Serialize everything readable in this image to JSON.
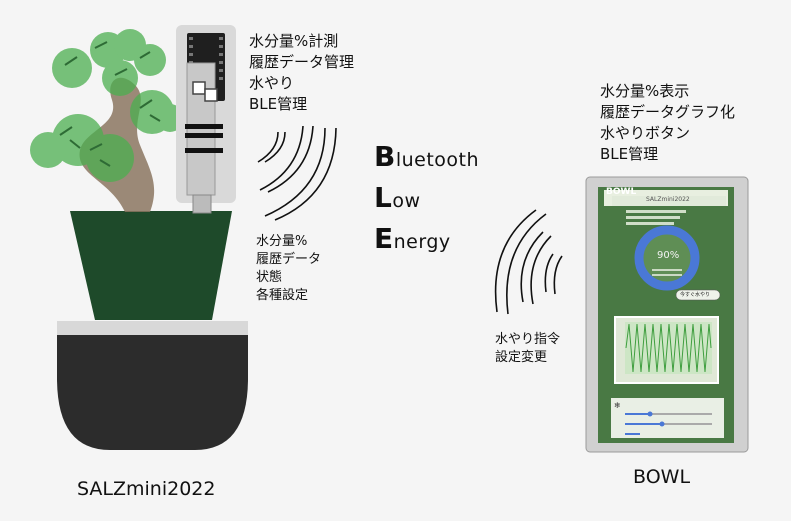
{
  "device": {
    "name": "SALZmini2022",
    "features": [
      "水分量%計測",
      "履歴データ管理",
      "水やり",
      "BLE管理"
    ],
    "sends": [
      "水分量%",
      "履歴データ",
      "状態",
      "各種設定"
    ]
  },
  "app": {
    "name": "BOWL",
    "features": [
      "水分量%表示",
      "履歴データグラフ化",
      "水やりボタン",
      "BLE管理"
    ],
    "sends": [
      "水やり指令",
      "設定変更"
    ],
    "screen": {
      "title": "BOWL",
      "device_label": "SALZmini2022",
      "percent": "90%",
      "water_button": "今すぐ水やり"
    }
  },
  "protocol": {
    "words": [
      {
        "initial": "B",
        "rest": "luetooth"
      },
      {
        "initial": "L",
        "rest": "ow"
      },
      {
        "initial": "E",
        "rest": "nergy"
      }
    ]
  },
  "colors": {
    "pot": "#1e4a2a",
    "bowl": "#2c2c2c",
    "leaf": "#4caf50",
    "trunk": "#8b7560",
    "gauge": "#4a78d6"
  }
}
